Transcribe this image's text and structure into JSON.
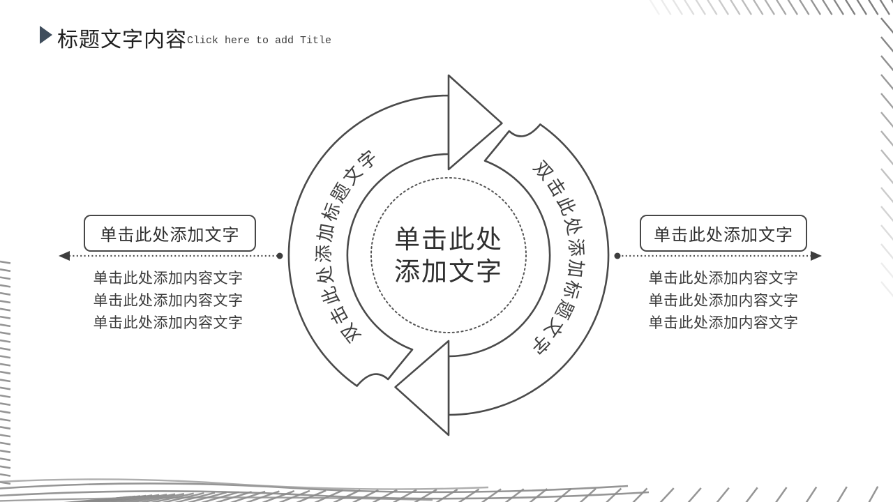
{
  "header": {
    "title": "标题文字内容",
    "subtitle": "Click here to add Title"
  },
  "diagram": {
    "center_line1": "单击此处",
    "center_line2": "添加文字",
    "arc_text_left": "双击此处添加标题文字",
    "arc_text_right": "双击此处添加标题文字"
  },
  "left_panel": {
    "box_label": "单击此处添加文字",
    "items": [
      "单击此处添加内容文字",
      "单击此处添加内容文字",
      "单击此处添加内容文字"
    ]
  },
  "right_panel": {
    "box_label": "单击此处添加文字",
    "items": [
      "单击此处添加内容文字",
      "单击此处添加内容文字",
      "单击此处添加内容文字"
    ]
  },
  "colors": {
    "accent": "#3f4d5c",
    "outline": "#4a4a4a",
    "text": "#333333",
    "hatch": "#8a8a8a"
  }
}
